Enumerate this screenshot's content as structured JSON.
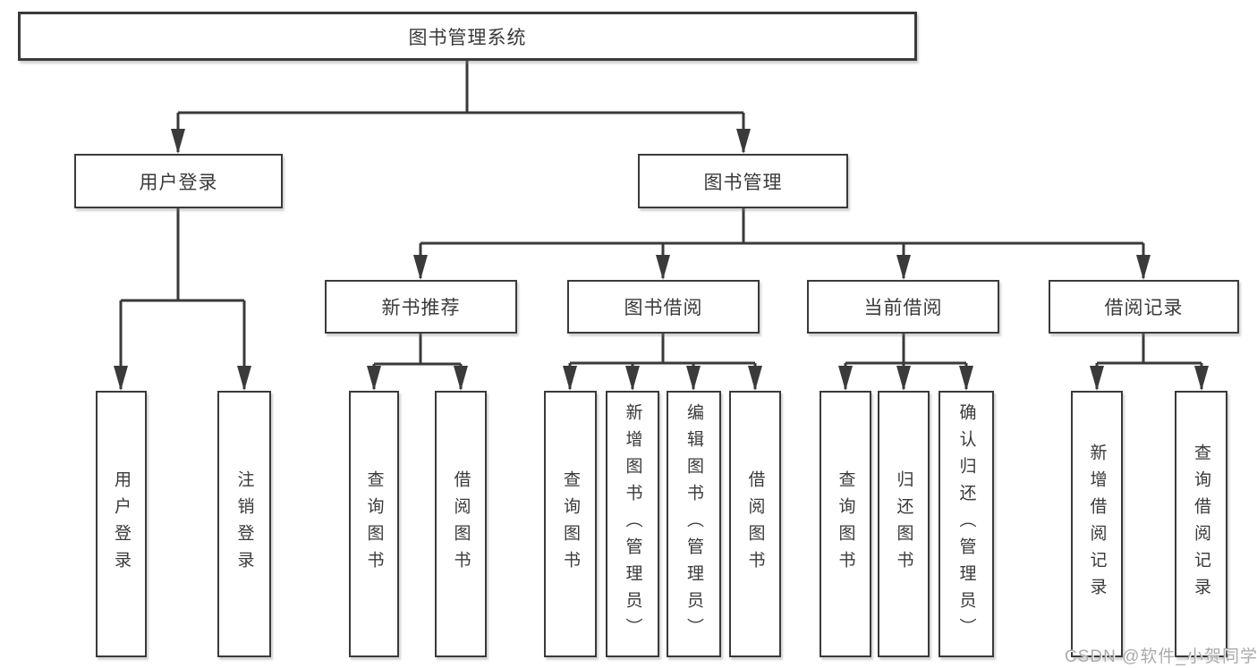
{
  "diagram": {
    "root": {
      "label": "图书管理系统"
    },
    "level2": {
      "user_login": {
        "label": "用户登录"
      },
      "book_management": {
        "label": "图书管理"
      }
    },
    "level3": {
      "new_book_recommend": {
        "label": "新书推荐"
      },
      "book_borrow": {
        "label": "图书借阅"
      },
      "current_borrow": {
        "label": "当前借阅"
      },
      "borrow_records": {
        "label": "借阅记录"
      }
    },
    "leaves": {
      "user_login": {
        "label": "用户登录"
      },
      "logout": {
        "label": "注销登录"
      },
      "nb_query_books": {
        "label": "查询图书"
      },
      "nb_borrow_books": {
        "label": "借阅图书"
      },
      "bw_query_books": {
        "label": "查询图书"
      },
      "bw_add_books": {
        "label": "新增图书（管理员）"
      },
      "bw_edit_books": {
        "label": "编辑图书（管理员）"
      },
      "bw_borrow_books": {
        "label": "借阅图书"
      },
      "cur_query_books": {
        "label": "查询图书"
      },
      "cur_return_books": {
        "label": "归还图书"
      },
      "cur_confirm_return": {
        "label": "确认归还（管理员）"
      },
      "rec_add_record": {
        "label": "新增借阅记录"
      },
      "rec_query_record": {
        "label": "查询借阅记录"
      }
    }
  },
  "watermark": {
    "text": "CSDN @软件_小贺同学"
  },
  "colors": {
    "line": "#3a3a3a",
    "text": "#3a3a3a",
    "box_background": "#ffffff",
    "watermark": "#ababab",
    "background": "#ffffff"
  }
}
